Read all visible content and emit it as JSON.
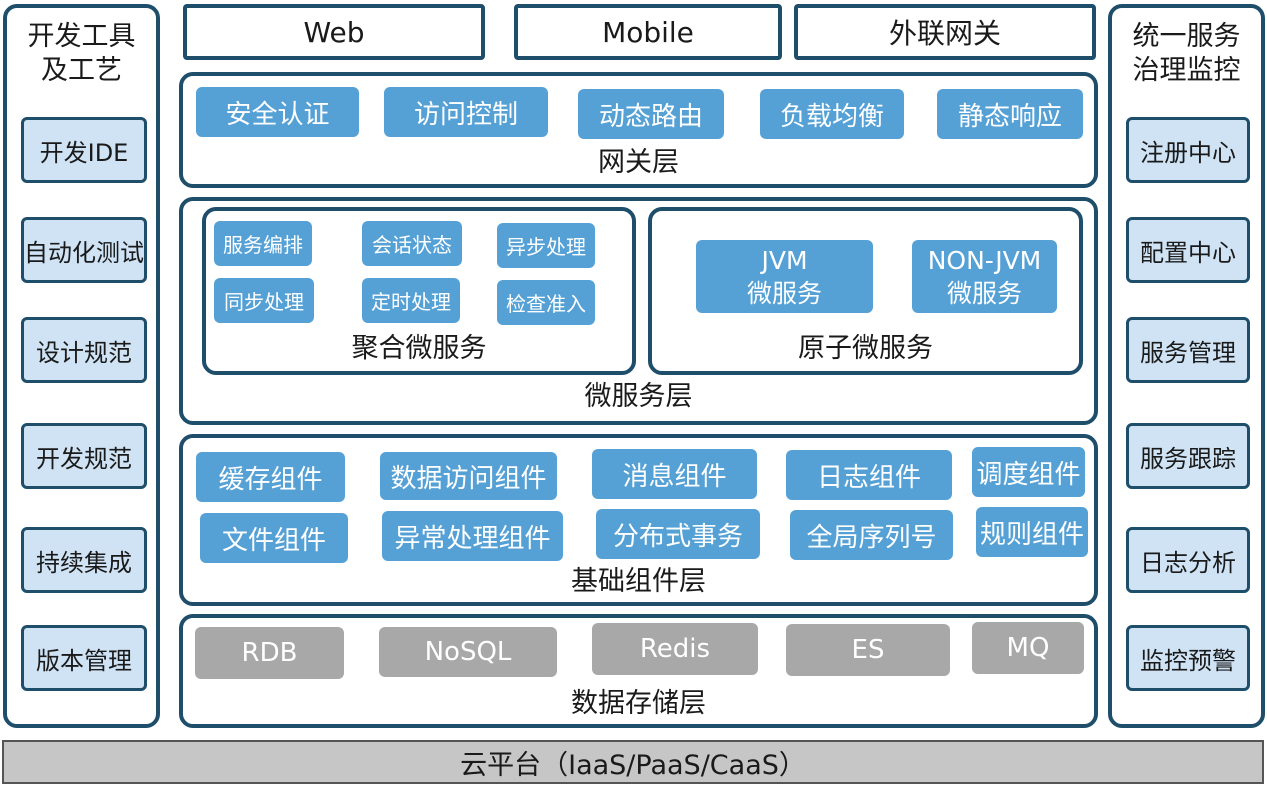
{
  "top": {
    "web": "Web",
    "mobile": "Mobile",
    "gateway_ext": "外联网关"
  },
  "left_panel": {
    "title_line1": "开发工具",
    "title_line2": "及工艺",
    "items": [
      "开发IDE",
      "自动化测试",
      "设计规范",
      "开发规范",
      "持续集成",
      "版本管理"
    ]
  },
  "right_panel": {
    "title_line1": "统一服务",
    "title_line2": "治理监控",
    "items": [
      "注册中心",
      "配置中心",
      "服务管理",
      "服务跟踪",
      "日志分析",
      "监控预警"
    ]
  },
  "gateway_layer": {
    "label": "网关层",
    "items": [
      "安全认证",
      "访问控制",
      "动态路由",
      "负载均衡",
      "静态响应"
    ]
  },
  "microservice_layer": {
    "label": "微服务层",
    "aggregate": {
      "label": "聚合微服务",
      "items": [
        "服务编排",
        "会话状态",
        "异步处理",
        "同步处理",
        "定时处理",
        "检查准入"
      ]
    },
    "atomic": {
      "label": "原子微服务",
      "jvm": {
        "line1": "JVM",
        "line2": "微服务"
      },
      "nonjvm": {
        "line1": "NON-JVM",
        "line2": "微服务"
      }
    }
  },
  "component_layer": {
    "label": "基础组件层",
    "items": [
      "缓存组件",
      "数据访问组件",
      "消息组件",
      "日志组件",
      "调度组件",
      "文件组件",
      "异常处理组件",
      "分布式事务",
      "全局序列号",
      "规则组件"
    ]
  },
  "storage_layer": {
    "label": "数据存储层",
    "items": [
      "RDB",
      "NoSQL",
      "Redis",
      "ES",
      "MQ"
    ]
  },
  "cloud": {
    "label": "云平台（IaaS/PaaS/CaaS）"
  },
  "colors": {
    "border": "#1f4e6b",
    "chip": "#55a1d6",
    "side_item": "#cfe3f5",
    "storage_chip": "#a8a8a8",
    "cloud": "#c6c6c6"
  }
}
